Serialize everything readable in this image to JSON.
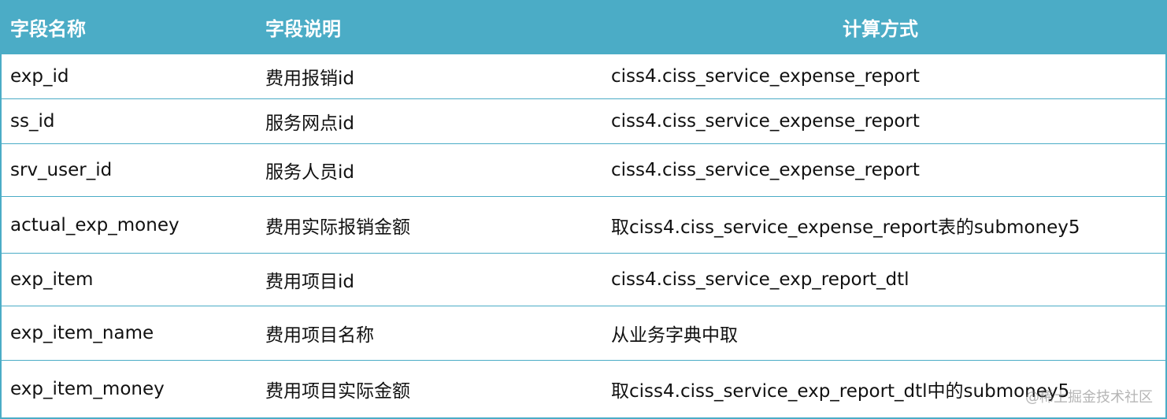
{
  "table": {
    "headers": [
      "字段名称",
      "字段说明",
      "计算方式"
    ],
    "rows": [
      [
        "exp_id",
        "费用报销id",
        "ciss4.ciss_service_expense_report"
      ],
      [
        "ss_id",
        "服务网点id",
        "ciss4.ciss_service_expense_report"
      ],
      [
        "srv_user_id",
        "服务人员id",
        "ciss4.ciss_service_expense_report"
      ],
      [
        "actual_exp_money",
        "费用实际报销金额",
        "取ciss4.ciss_service_expense_report表的submoney5"
      ],
      [
        "exp_item",
        "费用项目id",
        "ciss4.ciss_service_exp_report_dtl"
      ],
      [
        "exp_item_name",
        "费用项目名称",
        "从业务字典中取"
      ],
      [
        "exp_item_money",
        "费用项目实际金额",
        "取ciss4.ciss_service_exp_report_dtl中的submoney5"
      ]
    ]
  },
  "colors": {
    "header_bg": "#4BACC6",
    "header_text": "#FFFFFF",
    "border": "#4BACC6"
  },
  "watermark": "@稀土掘金技术社区"
}
